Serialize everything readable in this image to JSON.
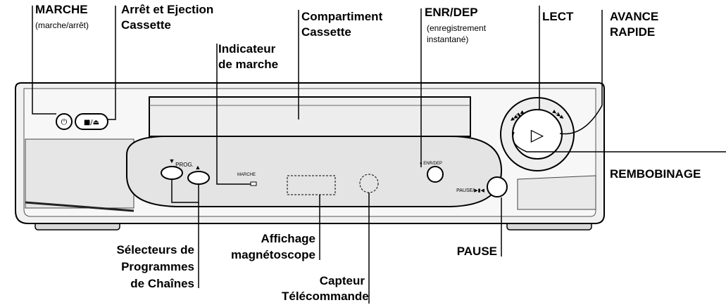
{
  "labels": {
    "marche_title": "MARCHE",
    "marche_sub": "(marche/arrêt)",
    "arret_line1": "Arrêt et Ejection",
    "arret_line2": "Cassette",
    "indicateur_line1": "Indicateur",
    "indicateur_line2": "de marche",
    "compartiment_line1": "Compartiment",
    "compartiment_line2": "Cassette",
    "enr_title": "ENR/DEP",
    "enr_sub1": "(enregistrement",
    "enr_sub2": "instantané)",
    "lect": "LECT",
    "avance_line1": "AVANCE",
    "avance_line2": "RAPIDE",
    "rembobinage": "REMBOBINAGE",
    "selecteurs_line1": "Sélecteurs de",
    "selecteurs_line2": "Programmes",
    "selecteurs_line3": "de Chaînes",
    "affichage_line1": "Affichage",
    "affichage_line2": "magnétoscope",
    "pause": "PAUSE",
    "capteur_line1": "Capteur",
    "capteur_line2": "Télécommande"
  },
  "device": {
    "prog_label": "PROG.",
    "marche_small": "MARCHE",
    "enr_small": "● ENR/DEP",
    "pause_small": "PAUSE/▶▮◀",
    "rew_small": "◀◀/▮◀",
    "ff_small": "▶/▶▶",
    "play_symbol": "▷",
    "power_symbol": "⏻",
    "eject_symbol": "■/⏏",
    "down_arrow": "▼",
    "up_arrow": "▲"
  }
}
